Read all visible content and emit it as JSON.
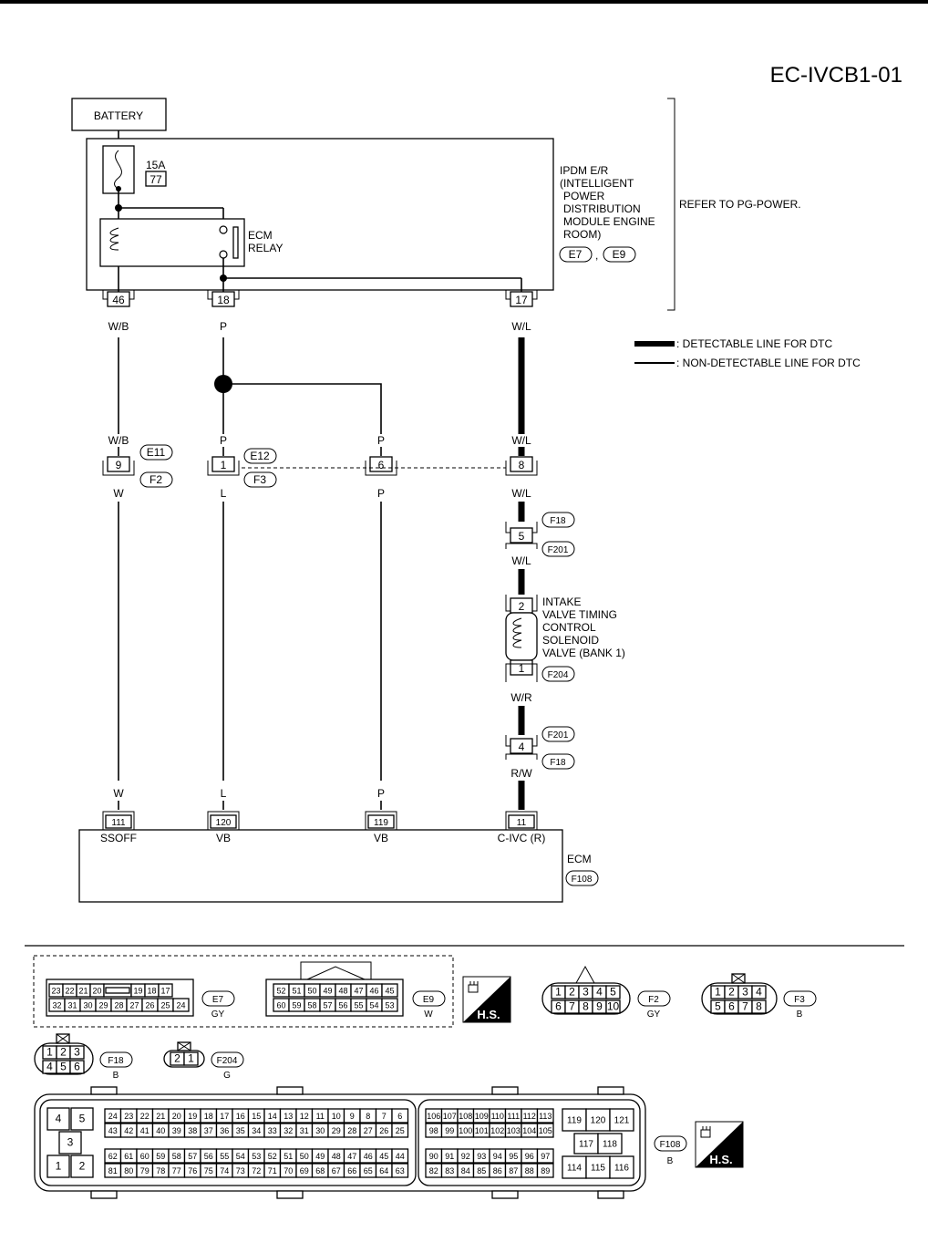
{
  "diagram_id": "EC-IVCB1-01",
  "battery_label": "BATTERY",
  "fuse": {
    "rating": "15A",
    "number": "77"
  },
  "relay_label": [
    "ECM",
    "RELAY"
  ],
  "ipdm": {
    "lines": [
      "IPDM E/R",
      "(INTELLIGENT",
      "POWER",
      "DISTRIBUTION",
      "MODULE ENGINE",
      "ROOM)"
    ],
    "connectors": [
      "E7",
      "E9"
    ],
    "comma": ","
  },
  "refer_text": "REFER TO PG-POWER.",
  "legend": {
    "detectable": ": DETECTABLE LINE FOR DTC",
    "non_detectable": ": NON-DETECTABLE LINE FOR DTC"
  },
  "ipdm_terminals": [
    "46",
    "18",
    "17"
  ],
  "wire_colors_top": [
    "W/B",
    "P",
    "W/L"
  ],
  "joint": {
    "upper_colors": [
      "W/B",
      "P",
      "P",
      "W/L"
    ],
    "terminals": [
      "9",
      "1",
      "6",
      "8"
    ],
    "lower_colors": [
      "W",
      "L",
      "P",
      "W/L"
    ],
    "connectors_left": [
      "E11",
      "F2"
    ],
    "connectors_mid": [
      "E12",
      "F3"
    ]
  },
  "f18_joint": {
    "terminal": "5",
    "connectors": [
      "F18",
      "F201"
    ],
    "color_below": "W/L"
  },
  "solenoid": {
    "lines": [
      "INTAKE",
      "VALVE TIMING",
      "CONTROL",
      "SOLENOID",
      "VALVE (BANK 1)"
    ],
    "terminal_top": "2",
    "terminal_bottom": "1",
    "connector": "F204",
    "color_below": "W/R"
  },
  "f201_joint": {
    "terminal": "4",
    "connectors": [
      "F201",
      "F18"
    ],
    "color_below": "R/W"
  },
  "ecm_wire_colors": [
    "W",
    "L",
    "P"
  ],
  "ecm_terminals": [
    "111",
    "120",
    "119",
    "11"
  ],
  "ecm_pin_labels": [
    "SSOFF",
    "VB",
    "VB",
    "C-IVC (R)"
  ],
  "ecm": {
    "label": "ECM",
    "connector": "F108"
  },
  "connector_views": {
    "e7": {
      "id": "E7",
      "color": "GY",
      "row1": [
        "23",
        "22",
        "21",
        "20",
        "",
        "19",
        "18",
        "17"
      ],
      "row2": [
        "32",
        "31",
        "30",
        "29",
        "28",
        "27",
        "26",
        "25",
        "24"
      ]
    },
    "e9": {
      "id": "E9",
      "color": "W",
      "row1": [
        "52",
        "51",
        "50",
        "49",
        "48",
        "47",
        "46",
        "45"
      ],
      "row2": [
        "60",
        "59",
        "58",
        "57",
        "56",
        "55",
        "54",
        "53"
      ]
    },
    "hs_label": "H.S.",
    "f2": {
      "id": "F2",
      "color": "GY",
      "row1": [
        "1",
        "2",
        "3",
        "4",
        "5"
      ],
      "row2": [
        "6",
        "7",
        "8",
        "9",
        "10"
      ]
    },
    "f3": {
      "id": "F3",
      "color": "B",
      "row1": [
        "1",
        "2",
        "3",
        "4"
      ],
      "row2": [
        "5",
        "6",
        "7",
        "8"
      ]
    },
    "f18": {
      "id": "F18",
      "color": "B",
      "row1": [
        "1",
        "2",
        "3"
      ],
      "row2": [
        "4",
        "5",
        "6"
      ]
    },
    "f204": {
      "id": "F204",
      "color": "G",
      "row1": [
        "2",
        "1"
      ]
    },
    "f108": {
      "id": "F108",
      "color": "B",
      "left": [
        "4",
        "5",
        "3",
        "1",
        "2"
      ],
      "mid_r1": [
        "24",
        "23",
        "22",
        "21",
        "20",
        "19",
        "18",
        "17",
        "16",
        "15",
        "14",
        "13",
        "12",
        "11",
        "10",
        "9",
        "8",
        "7",
        "6"
      ],
      "mid_r2": [
        "43",
        "42",
        "41",
        "40",
        "39",
        "38",
        "37",
        "36",
        "35",
        "34",
        "33",
        "32",
        "31",
        "30",
        "29",
        "28",
        "27",
        "26",
        "25"
      ],
      "mid_r3": [
        "62",
        "61",
        "60",
        "59",
        "58",
        "57",
        "56",
        "55",
        "54",
        "53",
        "52",
        "51",
        "50",
        "49",
        "48",
        "47",
        "46",
        "45",
        "44"
      ],
      "mid_r4": [
        "81",
        "80",
        "79",
        "78",
        "77",
        "76",
        "75",
        "74",
        "73",
        "72",
        "71",
        "70",
        "69",
        "68",
        "67",
        "66",
        "65",
        "64",
        "63"
      ],
      "right_r1": [
        "106",
        "107",
        "108",
        "109",
        "110",
        "111",
        "112",
        "113"
      ],
      "right_r2": [
        "98",
        "99",
        "100",
        "101",
        "102",
        "103",
        "104",
        "105"
      ],
      "right_r3": [
        "90",
        "91",
        "92",
        "93",
        "94",
        "95",
        "96",
        "97"
      ],
      "right_r4": [
        "82",
        "83",
        "84",
        "85",
        "86",
        "87",
        "88",
        "89"
      ],
      "far_r1": [
        "119",
        "120",
        "121"
      ],
      "far_r2": [
        "117",
        "118"
      ],
      "far_r3": [
        "114",
        "115",
        "116"
      ]
    }
  }
}
